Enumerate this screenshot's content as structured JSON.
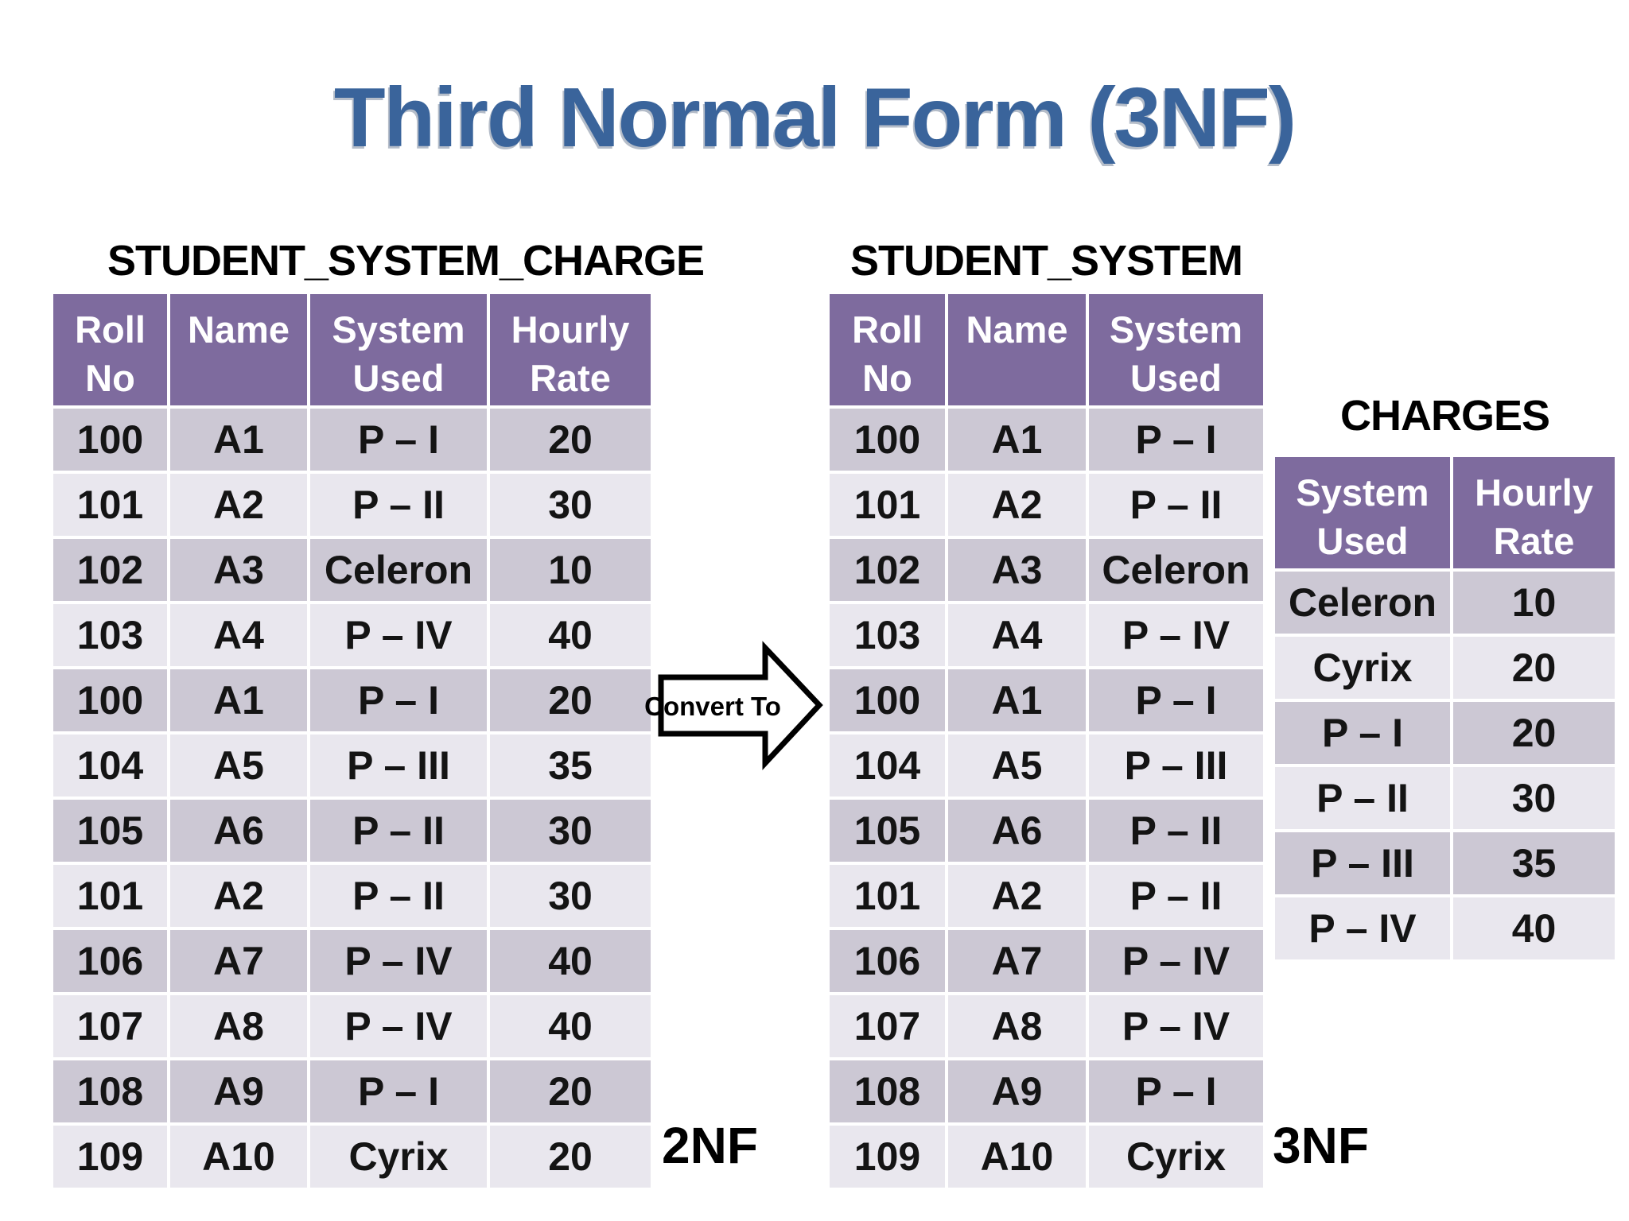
{
  "page_title": "Third Normal Form (3NF)",
  "colors": {
    "title_blue": "#3A649B",
    "header_purple": "#7E6B9E",
    "row_band_dark": "#CCC8D4",
    "row_band_light": "#E9E7EE"
  },
  "arrow": {
    "label": "Convert To"
  },
  "stage_labels": {
    "left": "2NF",
    "right": "3NF"
  },
  "tables": {
    "student_system_charge": {
      "title": "STUDENT_SYSTEM_CHARGE",
      "columns": [
        "Roll No",
        "Name",
        "System Used",
        "Hourly Rate"
      ],
      "rows": [
        [
          "100",
          "A1",
          "P – I",
          "20"
        ],
        [
          "101",
          "A2",
          "P – II",
          "30"
        ],
        [
          "102",
          "A3",
          "Celeron",
          "10"
        ],
        [
          "103",
          "A4",
          "P – IV",
          "40"
        ],
        [
          "100",
          "A1",
          "P – I",
          "20"
        ],
        [
          "104",
          "A5",
          "P – III",
          "35"
        ],
        [
          "105",
          "A6",
          "P – II",
          "30"
        ],
        [
          "101",
          "A2",
          "P – II",
          "30"
        ],
        [
          "106",
          "A7",
          "P – IV",
          "40"
        ],
        [
          "107",
          "A8",
          "P – IV",
          "40"
        ],
        [
          "108",
          "A9",
          "P – I",
          "20"
        ],
        [
          "109",
          "A10",
          "Cyrix",
          "20"
        ]
      ]
    },
    "student_system": {
      "title": "STUDENT_SYSTEM",
      "columns": [
        "Roll No",
        "Name",
        "System Used"
      ],
      "rows": [
        [
          "100",
          "A1",
          "P – I"
        ],
        [
          "101",
          "A2",
          "P – II"
        ],
        [
          "102",
          "A3",
          "Celeron"
        ],
        [
          "103",
          "A4",
          "P – IV"
        ],
        [
          "100",
          "A1",
          "P – I"
        ],
        [
          "104",
          "A5",
          "P – III"
        ],
        [
          "105",
          "A6",
          "P – II"
        ],
        [
          "101",
          "A2",
          "P – II"
        ],
        [
          "106",
          "A7",
          "P – IV"
        ],
        [
          "107",
          "A8",
          "P – IV"
        ],
        [
          "108",
          "A9",
          "P – I"
        ],
        [
          "109",
          "A10",
          "Cyrix"
        ]
      ]
    },
    "charges": {
      "title": "CHARGES",
      "columns": [
        "System Used",
        "Hourly Rate"
      ],
      "rows": [
        [
          "Celeron",
          "10"
        ],
        [
          "Cyrix",
          "20"
        ],
        [
          "P – I",
          "20"
        ],
        [
          "P – II",
          "30"
        ],
        [
          "P – III",
          "35"
        ],
        [
          "P – IV",
          "40"
        ]
      ]
    }
  }
}
